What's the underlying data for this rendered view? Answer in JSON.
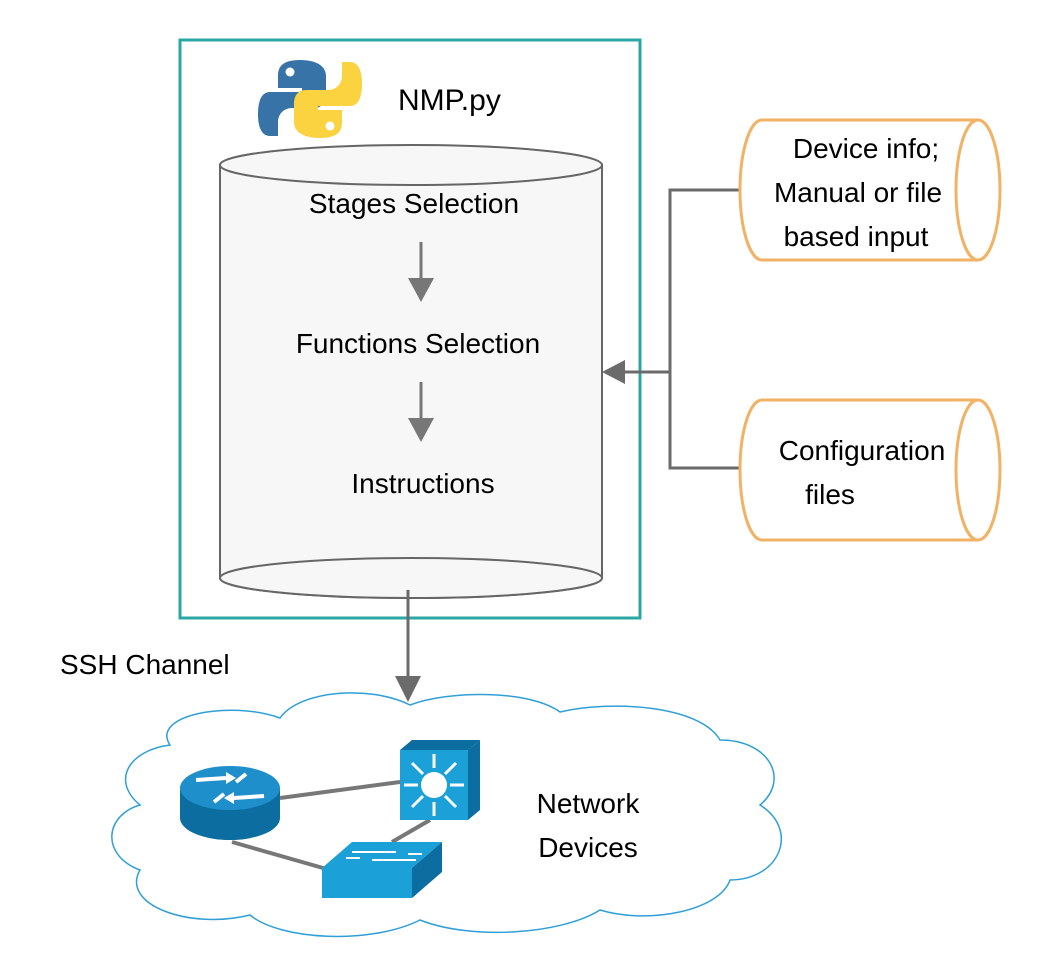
{
  "app": {
    "title": "NMP.py",
    "logo_icon": "python-logo"
  },
  "workflow": {
    "steps": [
      "Stages Selection",
      "Functions Selection",
      "Instructions"
    ]
  },
  "inputs": {
    "device_info": [
      "Device info;",
      "Manual or file",
      "based input"
    ],
    "config_files": [
      "Configuration",
      "files"
    ]
  },
  "channel": {
    "label": "SSH Channel"
  },
  "network": {
    "label": [
      "Network",
      "Devices"
    ],
    "icons": [
      "router-icon",
      "multilayer-switch-icon",
      "switch-icon"
    ]
  },
  "colors": {
    "frame": "#2aa7a3",
    "input_border": "#f2b266",
    "arrow": "#6b6b6b",
    "cylinder_fill": "#f7f7f7",
    "device_blue": "#1ba0d8",
    "router_blue": "#0b6da0",
    "python_blue": "#3773a7",
    "python_yellow": "#fbd341"
  }
}
